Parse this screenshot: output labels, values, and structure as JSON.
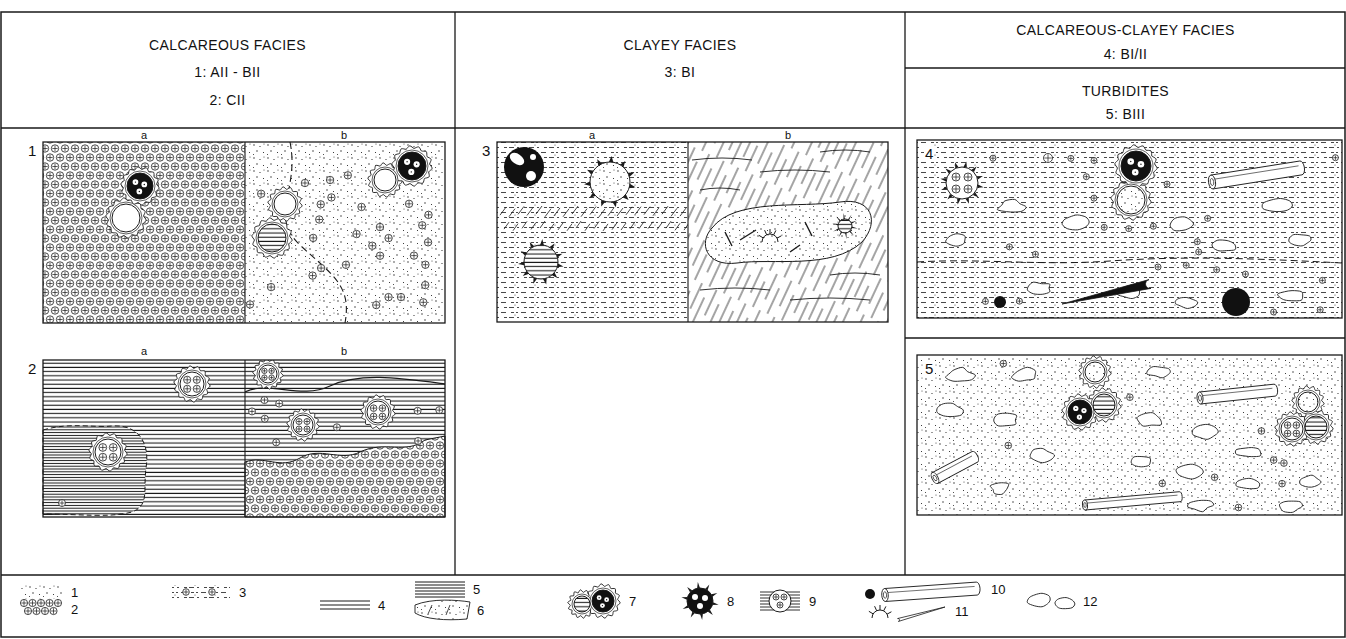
{
  "diagram": {
    "nodes": [
      {
        "text": [
          "CALCAREOUS FACIES",
          "1: AII - BII",
          "2: CII"
        ]
      },
      {
        "text": [
          "CLAYEY FACIES",
          "3: BI"
        ]
      },
      {
        "text": [
          "CALCAREOUS-CLAYEY FACIES",
          "4: BI/II"
        ]
      },
      {
        "text": [
          "TURBIDITES",
          "5: BIII"
        ]
      }
    ],
    "labels": [
      "1",
      "a",
      "b",
      "2",
      "a",
      "b",
      "3",
      "a",
      "b",
      "4",
      "5"
    ],
    "legend": [
      {
        "text": "1"
      },
      {
        "text": "2"
      },
      {
        "text": "3"
      },
      {
        "text": "4"
      },
      {
        "text": "5"
      },
      {
        "text": "6"
      },
      {
        "text": "7"
      },
      {
        "text": "8"
      },
      {
        "text": "9"
      },
      {
        "text": "10"
      },
      {
        "text": "11"
      },
      {
        "text": "12"
      }
    ]
  }
}
